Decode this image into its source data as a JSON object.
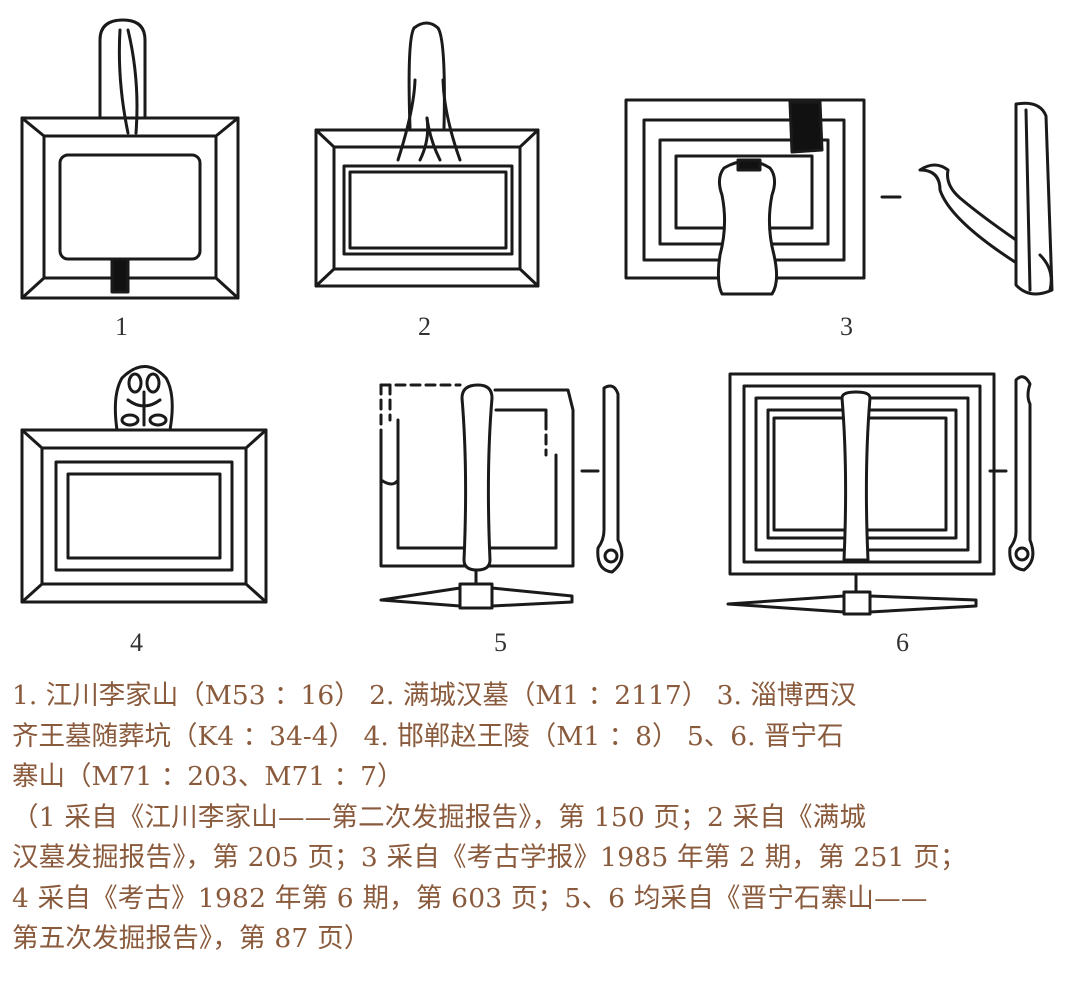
{
  "figures": {
    "labels": [
      "1",
      "2",
      "3",
      "4",
      "5",
      "6"
    ]
  },
  "caption": {
    "lines": [
      "1. 江川李家山（M53 ：16）   2. 满城汉墓（M1 ：2117）   3. 淄博西汉",
      "齐王墓随葬坑（K4 ：34-4）   4. 邯郸赵王陵（M1 ：8）   5、6. 晋宁石",
      "寨山（M71 ：203、M71 ：7）"
    ],
    "sources": [
      "（1 采自《江川李家山——第二次发掘报告》，第 150 页；2 采自《满城",
      "汉墓发掘报告》，第 205 页；3 采自《考古学报》1985 年第 2 期，第 251 页；",
      "4 采自《考古》1982 年第 6 期，第 603 页；5、6 均采自《晋宁石寨山——",
      "第五次发掘报告》，第 87 页）"
    ]
  },
  "colors": {
    "caption_text": "#8a5a3c",
    "drawing_line": "#1a1a1a"
  }
}
